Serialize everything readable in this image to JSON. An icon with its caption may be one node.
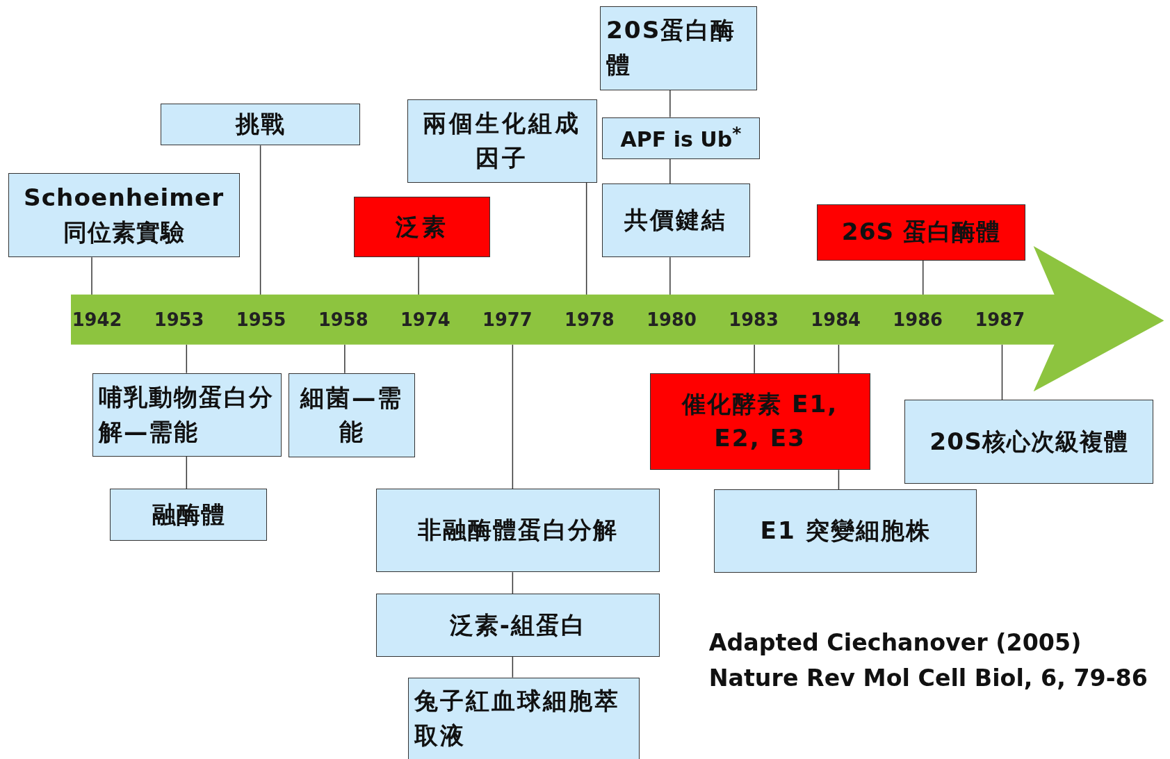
{
  "diagram": {
    "nodes": [
      {
        "text": [],
        "shape": "arrow"
      },
      {
        "text": [
          "1942"
        ],
        "in": 0
      },
      {
        "text": [
          "1953"
        ],
        "in": 0
      },
      {
        "text": [
          "1955"
        ],
        "in": 0
      },
      {
        "text": [
          "1958"
        ],
        "in": 0
      },
      {
        "text": [
          "1974"
        ],
        "in": 0
      },
      {
        "text": [
          "1977"
        ],
        "in": 0
      },
      {
        "text": [
          "1978"
        ],
        "in": 0
      },
      {
        "text": [
          "1980"
        ],
        "in": 0
      },
      {
        "text": [
          "1983"
        ],
        "in": 0
      },
      {
        "text": [
          "1984"
        ],
        "in": 0
      },
      {
        "text": [
          "1986"
        ],
        "in": 0
      },
      {
        "text": [
          "1987"
        ],
        "in": 0
      },
      {
        "text": [
          "Schoenheimer 同位素實驗"
        ]
      },
      {
        "text": [
          "挑戰"
        ]
      },
      {
        "text": [
          "泛素"
        ]
      },
      {
        "text": [
          "兩個生化組成因子"
        ]
      },
      {
        "text": [
          "20S蛋白酶體"
        ]
      },
      {
        "text": [
          "APF is Ub$^{*}$"
        ]
      },
      {
        "text": [
          "共價鍵結"
        ]
      },
      {
        "text": [
          "26S 蛋白酶體"
        ]
      },
      {
        "text": [
          "哺乳動物蛋白分解—需能"
        ]
      },
      {
        "text": [
          "融酶體"
        ]
      },
      {
        "text": [
          "細菌—需能"
        ]
      },
      {
        "text": [
          "非融酶體蛋白分解"
        ]
      },
      {
        "text": [
          "泛素-組蛋白"
        ]
      },
      {
        "text": [
          "兔子紅血球細胞萃取液"
        ]
      },
      {
        "text": [
          "催化酵素 E1, E2, E3"
        ]
      },
      {
        "text": [
          "E1 突變細胞株"
        ]
      },
      {
        "text": [
          "20S核心次級複體"
        ]
      }
    ],
    "edges": [
      {
        "from": 13,
        "to": 1,
        "arrow": "none"
      },
      {
        "from": 14,
        "to": 3,
        "arrow": "none"
      },
      {
        "from": 15,
        "to": 5,
        "arrow": "none"
      },
      {
        "from": 16,
        "to": 7,
        "arrow": "none"
      },
      {
        "from": 17,
        "to": 18,
        "arrow": "none"
      },
      {
        "from": 18,
        "to": 19,
        "arrow": "none"
      },
      {
        "from": 19,
        "to": 8,
        "arrow": "none"
      },
      {
        "from": 20,
        "to": 11,
        "arrow": "none"
      },
      {
        "from": 2,
        "to": 21,
        "arrow": "none"
      },
      {
        "from": 21,
        "to": 22,
        "arrow": "none"
      },
      {
        "from": 4,
        "to": 23,
        "arrow": "none"
      },
      {
        "from": 6,
        "to": 24,
        "arrow": "none"
      },
      {
        "from": 24,
        "to": 25,
        "arrow": "none"
      },
      {
        "from": 25,
        "to": 26,
        "arrow": "none"
      },
      {
        "from": 9,
        "to": 27,
        "arrow": "none"
      },
      {
        "from": 10,
        "to": 27,
        "arrow": "none"
      },
      {
        "from": 27,
        "to": 28,
        "arrow": "none"
      },
      {
        "from": 12,
        "to": 29,
        "arrow": "none"
      }
    ],
    "labels": [
      "Adapted Ciechanover (2005)",
      "Nature Rev Mol Cell Biol, 6, 79-86"
    ]
  }
}
